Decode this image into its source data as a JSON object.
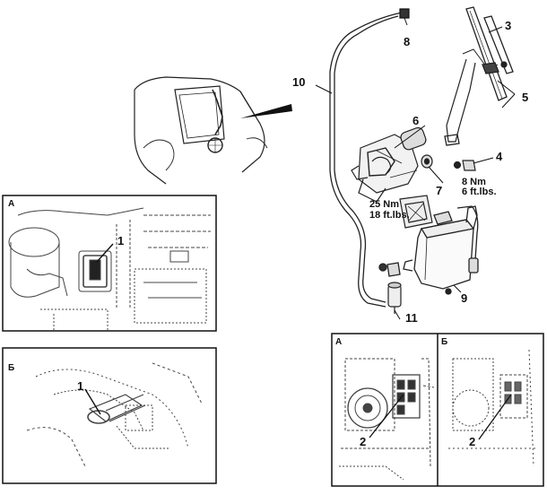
{
  "callouts": {
    "c1_top": "1",
    "c1_bottom": "1",
    "c2_left": "2",
    "c2_right": "2",
    "c3": "3",
    "c4": "4",
    "c5": "5",
    "c6": "6",
    "c7": "7",
    "c8": "8",
    "c9": "9",
    "c10": "10",
    "c11": "11"
  },
  "torque_labels": {
    "motor_nm": "25 Nm",
    "motor_ftlbs": "18 ft.lbs.",
    "arm_nm": "8 Nm",
    "arm_ftlbs": "6 ft.lbs."
  },
  "panels": {
    "switch_panel_a": "A",
    "switch_panel_b": "Б",
    "fuse_panel_a": "A",
    "fuse_panel_b": "Б"
  }
}
